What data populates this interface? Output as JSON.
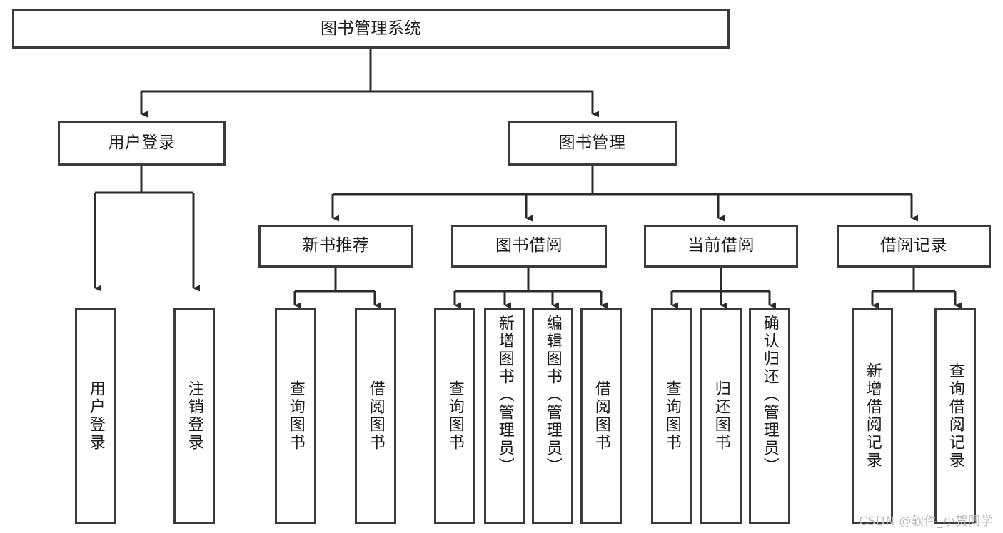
{
  "diagram": {
    "title": "图书管理系统",
    "type": "tree",
    "orientation": "top-down",
    "colors": {
      "node_border": "#3b3b3b",
      "node_fill": "#ffffff",
      "edge": "#2b2b2b",
      "text": "#1b1b1b",
      "watermark": "#b9b9b9",
      "background": "#ffffff"
    },
    "root": {
      "id": "root",
      "label": "图书管理系统",
      "orientation": "horizontal"
    },
    "level2": [
      {
        "id": "user-login",
        "label": "用户登录",
        "orientation": "horizontal"
      },
      {
        "id": "book-management",
        "label": "图书管理",
        "orientation": "horizontal"
      }
    ],
    "level3": [
      {
        "id": "new-book-recommend",
        "label": "新书推荐",
        "orientation": "horizontal",
        "parent": "book-management"
      },
      {
        "id": "book-borrow",
        "label": "图书借阅",
        "orientation": "horizontal",
        "parent": "book-management"
      },
      {
        "id": "current-borrow",
        "label": "当前借阅",
        "orientation": "horizontal",
        "parent": "book-management"
      },
      {
        "id": "borrow-record",
        "label": "借阅记录",
        "orientation": "horizontal",
        "parent": "book-management"
      }
    ],
    "leaves": [
      {
        "id": "leaf-user-login",
        "label": "用户登录",
        "parent": "user-login",
        "orientation": "vertical"
      },
      {
        "id": "leaf-logout-login",
        "label": "注销登录",
        "parent": "user-login",
        "orientation": "vertical"
      },
      {
        "id": "leaf-query-book-1",
        "label": "查询图书",
        "parent": "new-book-recommend",
        "orientation": "vertical"
      },
      {
        "id": "leaf-borrow-book-1",
        "label": "借阅图书",
        "parent": "new-book-recommend",
        "orientation": "vertical"
      },
      {
        "id": "leaf-query-book-2",
        "label": "查询图书",
        "parent": "book-borrow",
        "orientation": "vertical"
      },
      {
        "id": "leaf-add-book-admin",
        "label": "新增图书（管理员）",
        "parent": "book-borrow",
        "orientation": "vertical"
      },
      {
        "id": "leaf-edit-book-admin",
        "label": "编辑图书（管理员）",
        "parent": "book-borrow",
        "orientation": "vertical"
      },
      {
        "id": "leaf-borrow-book-2",
        "label": "借阅图书",
        "parent": "book-borrow",
        "orientation": "vertical"
      },
      {
        "id": "leaf-query-book-3",
        "label": "查询图书",
        "parent": "current-borrow",
        "orientation": "vertical"
      },
      {
        "id": "leaf-return-book",
        "label": "归还图书",
        "parent": "current-borrow",
        "orientation": "vertical"
      },
      {
        "id": "leaf-confirm-return-admin",
        "label": "确认归还（管理员）",
        "parent": "current-borrow",
        "orientation": "vertical"
      },
      {
        "id": "leaf-add-borrow-record",
        "label": "新增借阅记录",
        "parent": "borrow-record",
        "orientation": "vertical"
      },
      {
        "id": "leaf-query-borrow-record",
        "label": "查询借阅记录",
        "parent": "borrow-record",
        "orientation": "vertical"
      }
    ]
  },
  "watermark": {
    "text": "CSDN @软件_小贺同学"
  }
}
